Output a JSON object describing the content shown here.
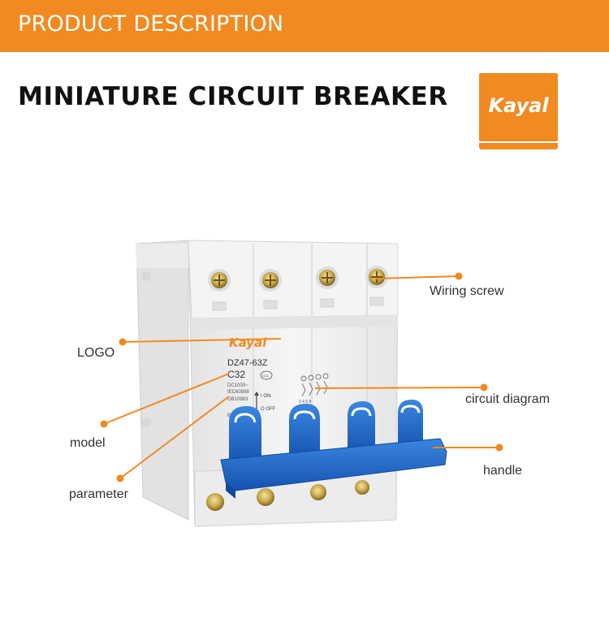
{
  "header": {
    "title": "PRODUCT DESCRIPTION"
  },
  "main": {
    "title": "MINIATURE CIRCUIT BREAKER"
  },
  "brand": {
    "logo_text": "Kayal",
    "color": "#f08a21"
  },
  "product": {
    "logo_text": "Kayal",
    "model": "DZ47-63Z",
    "rating": "C32",
    "standard_1": "DC1000~",
    "standard_2": "IEC60898",
    "standard_3": "GB10963",
    "on_label": "I ON",
    "off_label": "O OFF",
    "breaking_capacity": "6000A",
    "cert_mark": "CCC",
    "diagram_numbers": "2 4 6 8"
  },
  "callouts": {
    "wiring_screw": "Wiring screw",
    "logo": "LOGO",
    "circuit_diagram": "circuit diagram",
    "model": "model",
    "handle": "handle",
    "parameter": "parameter"
  },
  "colors": {
    "handle_blue": "#1f66c7",
    "body_white": "#f2f2f2",
    "accent_orange": "#f08a21"
  }
}
